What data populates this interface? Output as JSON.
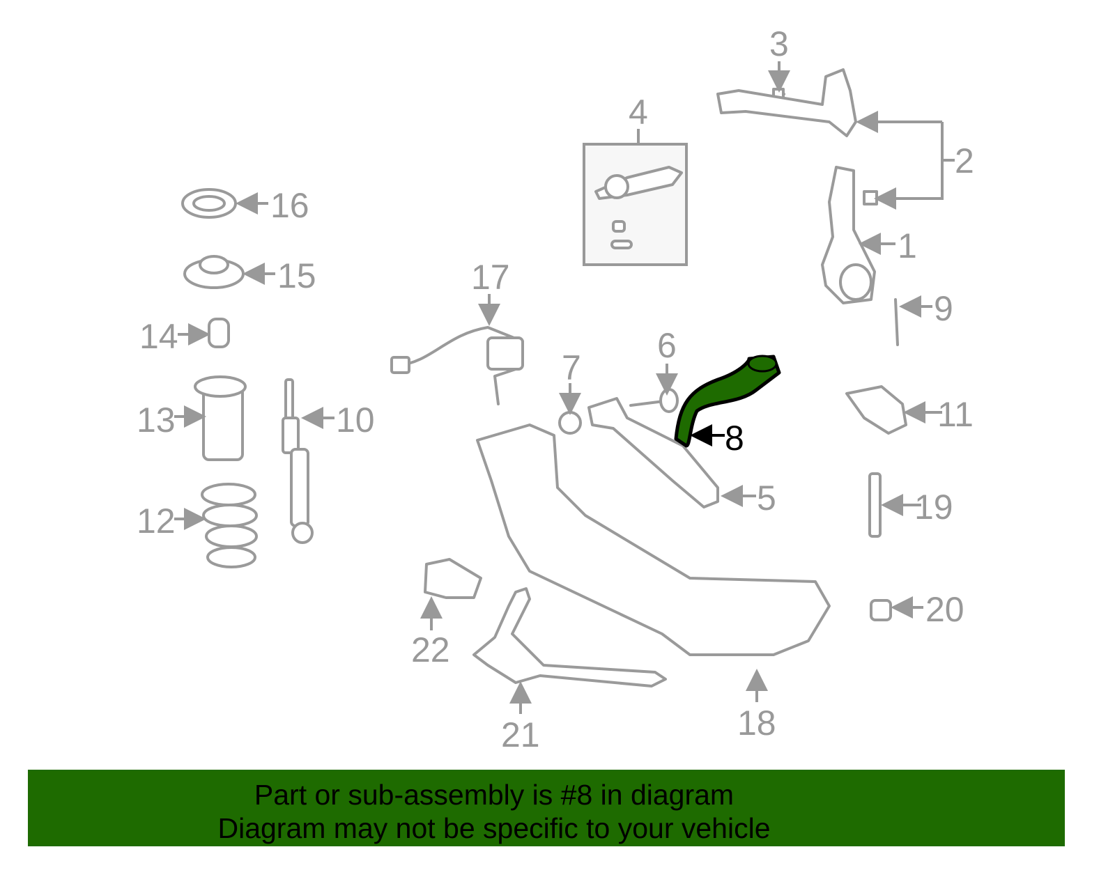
{
  "diagram": {
    "highlighted_part": "8",
    "highlight_color": "#1e6b00",
    "part_color": "#999999",
    "callouts": [
      "1",
      "2",
      "3",
      "4",
      "5",
      "6",
      "7",
      "8",
      "9",
      "10",
      "11",
      "12",
      "13",
      "14",
      "15",
      "16",
      "17",
      "18",
      "19",
      "20",
      "21",
      "22"
    ]
  },
  "banner": {
    "line1": "Part or sub-assembly is #8 in diagram",
    "line2": "Diagram may not be specific to your vehicle",
    "background": "#1e6b00"
  }
}
